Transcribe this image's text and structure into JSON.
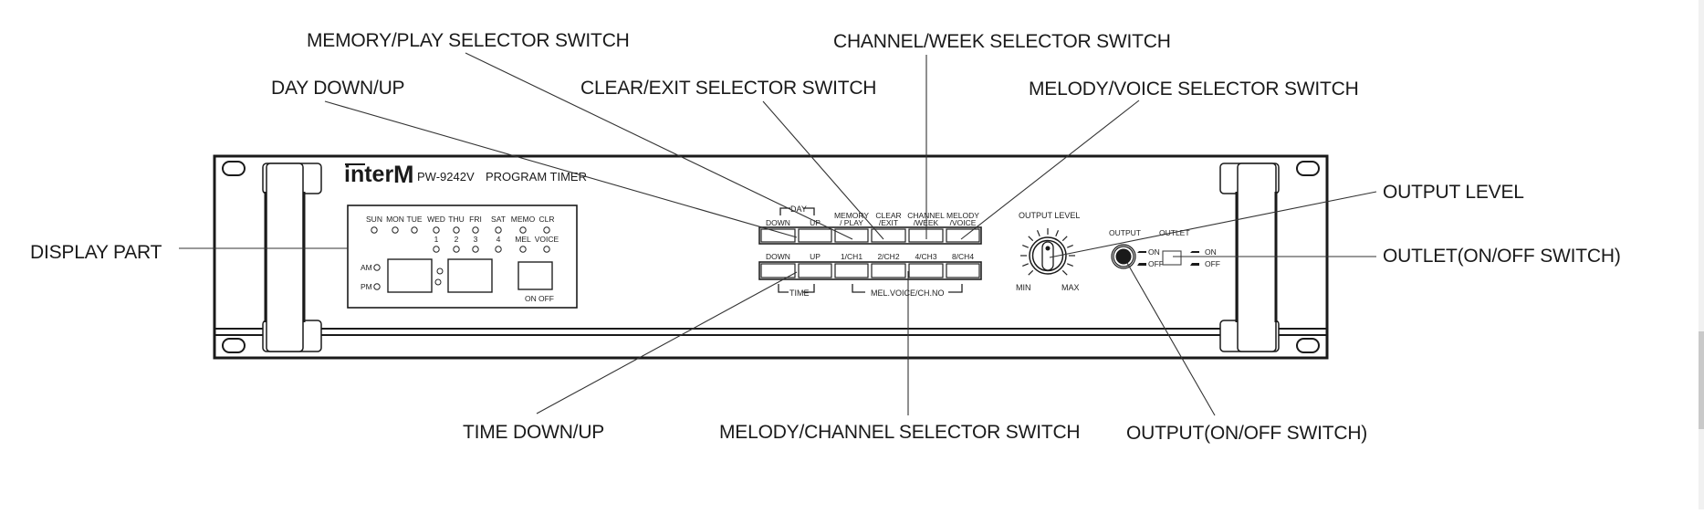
{
  "device": {
    "brand": "inter M",
    "brand_prefix": "inter",
    "brand_mark": "M",
    "model": "PW-9242V",
    "name": "PROGRAM TIMER"
  },
  "callouts": {
    "memory_play": "MEMORY/PLAY SELECTOR SWITCH",
    "channel_week": "CHANNEL/WEEK SELECTOR SWITCH",
    "day_down_up": "DAY DOWN/UP",
    "clear_exit": "CLEAR/EXIT SELECTOR SWITCH",
    "melody_voice": "MELODY/VOICE SELECTOR SWITCH",
    "display_part": "DISPLAY PART",
    "output_level": "OUTPUT LEVEL",
    "outlet_switch": "OUTLET(ON/OFF SWITCH)",
    "time_down_up": "TIME DOWN/UP",
    "melody_channel": "MELODY/CHANNEL SELECTOR SWITCH",
    "output_switch": "OUTPUT(ON/OFF SWITCH)"
  },
  "display": {
    "day_leds": [
      "SUN",
      "MON",
      "TUE",
      "WED",
      "THU",
      "FRI",
      "SAT",
      "MEMO",
      "CLR"
    ],
    "channel_leds": [
      "1",
      "2",
      "3",
      "4",
      "MEL",
      "VOICE"
    ],
    "am": "AM",
    "pm": "PM",
    "on": "ON",
    "off": "OFF"
  },
  "buttons": {
    "day_group": "DAY",
    "time_group": "TIME",
    "mel_group": "MEL.VOICE/CH.NO",
    "row1": [
      {
        "line1": "",
        "line2": "DOWN"
      },
      {
        "line1": "",
        "line2": "UP"
      },
      {
        "line1": "MEMORY",
        "line2": "/ PLAY"
      },
      {
        "line1": "CLEAR",
        "line2": "/EXIT"
      },
      {
        "line1": "CHANNEL",
        "line2": "/WEEK"
      },
      {
        "line1": "MELODY",
        "line2": "/VOICE"
      }
    ],
    "row2": [
      "DOWN",
      "UP",
      "1/CH1",
      "2/CH2",
      "4/CH3",
      "8/CH4"
    ]
  },
  "output_level": {
    "label": "OUTPUT LEVEL",
    "min": "MIN",
    "max": "MAX"
  },
  "output": {
    "label": "OUTPUT",
    "on": "ON",
    "off": "OFF"
  },
  "outlet": {
    "label": "OUTLET",
    "on": "ON",
    "off": "OFF"
  }
}
